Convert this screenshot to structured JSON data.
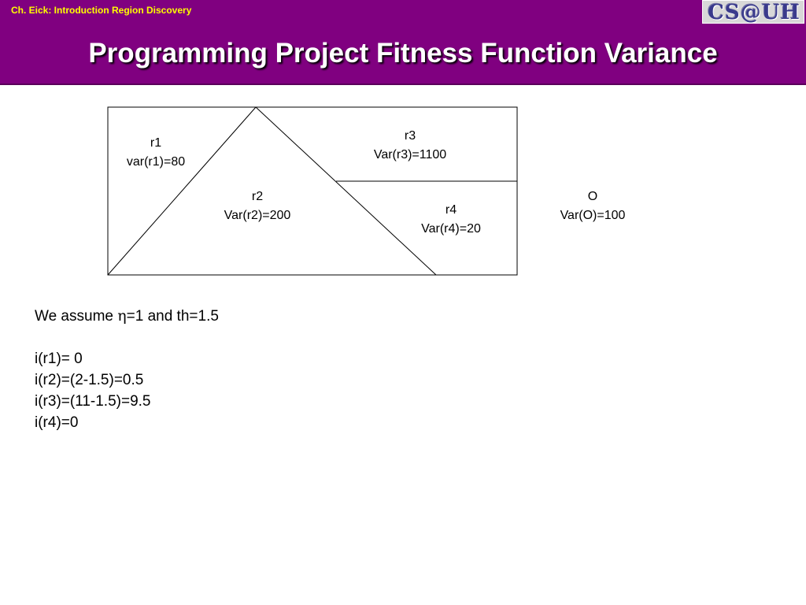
{
  "header": {
    "caption": "Ch. Eick: Introduction Region Discovery",
    "logo_text": "CS@UH",
    "title": "Programming Project Fitness Function Variance"
  },
  "diagram": {
    "regions": [
      {
        "name": "r1",
        "value_label": "var(r1)=80"
      },
      {
        "name": "r2",
        "value_label": "Var(r2)=200"
      },
      {
        "name": "r3",
        "value_label": "Var(r3)=1100"
      },
      {
        "name": "r4",
        "value_label": "Var(r4)=20"
      }
    ],
    "outside": {
      "name": "O",
      "value_label": "Var(O)=100"
    }
  },
  "body": {
    "assumption_prefix": "We assume ",
    "eta_symbol": "η",
    "assumption_suffix": "=1 and th=1.5",
    "lines": [
      "i(r1)= 0",
      "i(r2)=(2-1.5)=0.5",
      "i(r3)=(11-1.5)=9.5",
      "i(r4)=0"
    ]
  },
  "colors": {
    "header_bg": "#800080",
    "caption": "#ffff00",
    "title": "#ffffff"
  }
}
